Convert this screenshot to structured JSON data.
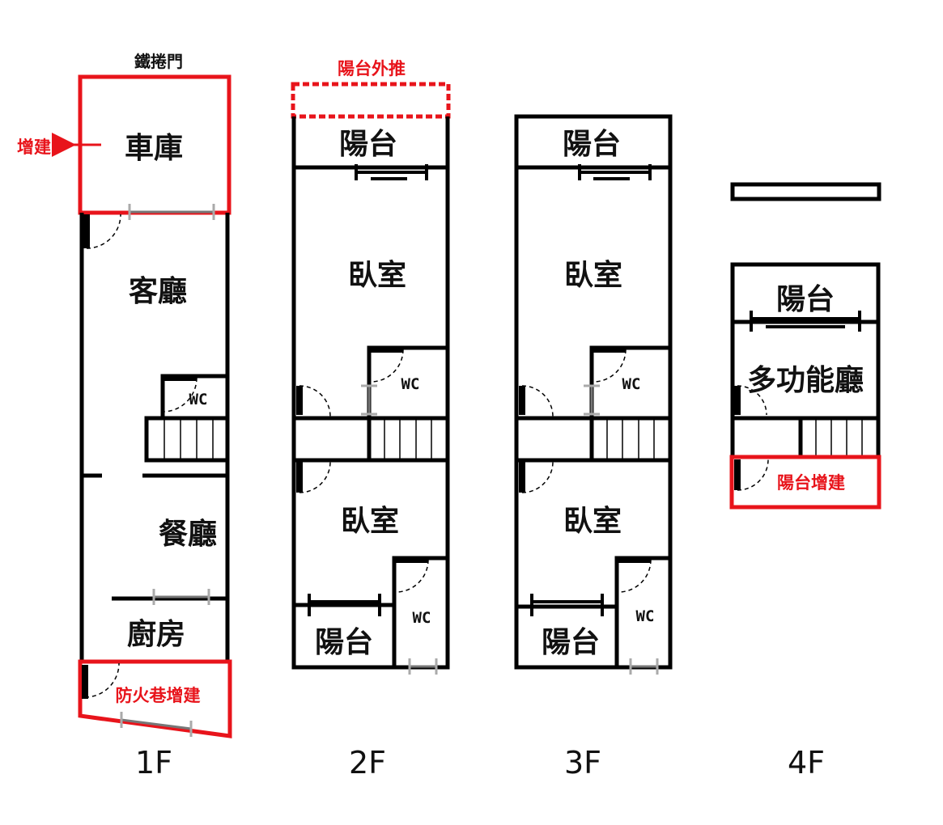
{
  "labels": {
    "rolling_door": "鐵捲門",
    "extension": "增建",
    "balcony_pushout": "陽台外推",
    "fire_lane_extension": "防火巷增建",
    "balcony_extension": "陽台增建"
  },
  "rooms": {
    "garage": "車庫",
    "living_room": "客廳",
    "dining_room": "餐廳",
    "kitchen": "廚房",
    "balcony": "陽台",
    "bedroom": "臥室",
    "wc": "WC",
    "multipurpose": "多功能廳"
  },
  "floors": [
    "1F",
    "2F",
    "3F",
    "4F"
  ],
  "colors": {
    "annotation": "#e8141b",
    "wall": "#000000"
  },
  "icons": {
    "extension_arrow": "arrow-left-icon"
  }
}
